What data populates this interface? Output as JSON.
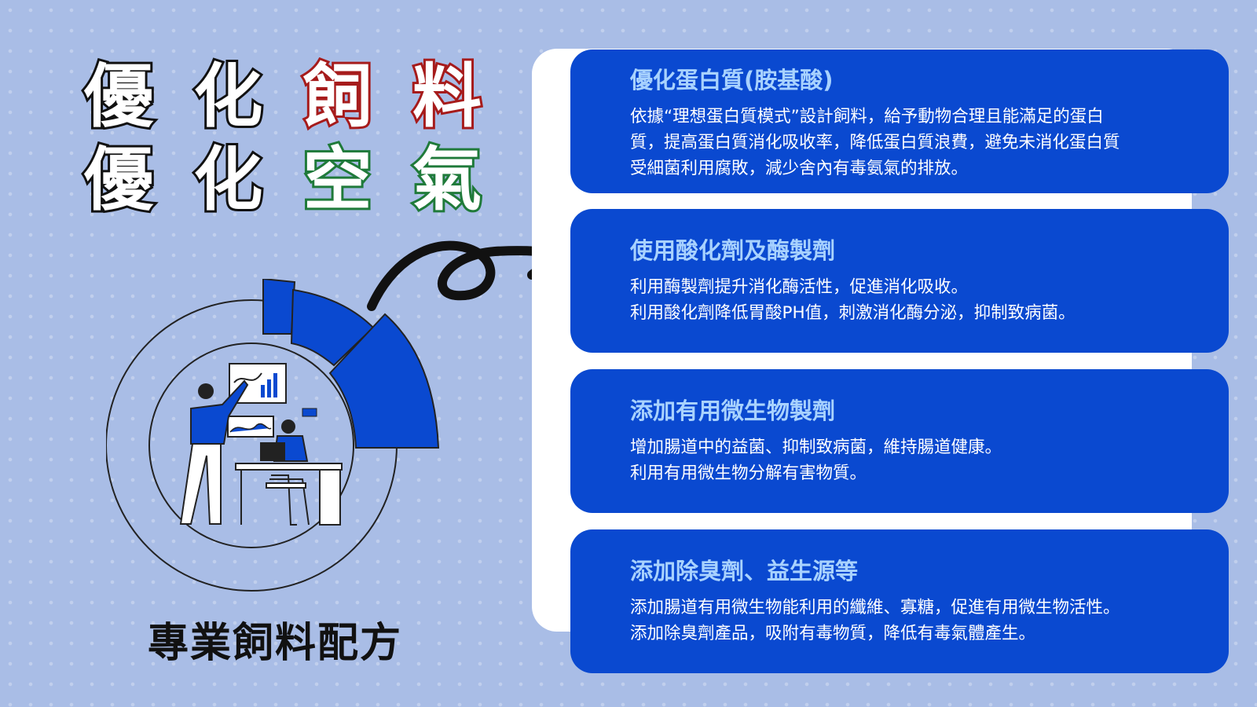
{
  "headline": {
    "row1": [
      {
        "char": "優",
        "tone": "black"
      },
      {
        "char": "化",
        "tone": "black"
      },
      {
        "char": "飼",
        "tone": "red"
      },
      {
        "char": "料",
        "tone": "red"
      }
    ],
    "row2": [
      {
        "char": "優",
        "tone": "black"
      },
      {
        "char": "化",
        "tone": "black"
      },
      {
        "char": "空",
        "tone": "green"
      },
      {
        "char": "氣",
        "tone": "green"
      }
    ]
  },
  "caption": "專業飼料配方",
  "cards": [
    {
      "title": "優化蛋白質(胺基酸)",
      "lines": [
        "依據“理想蛋白質模式”設計飼料，給予動物合理且能滿足的蛋白",
        "質，提高蛋白質消化吸收率，降低蛋白質浪費，避免未消化蛋白質",
        "受細菌利用腐敗，減少舍內有毒氨氣的排放。"
      ]
    },
    {
      "title": "使用酸化劑及酶製劑",
      "lines": [
        "利用酶製劑提升消化酶活性，促進消化吸收。",
        "利用酸化劑降低胃酸PH值，刺激消化酶分泌，抑制致病菌。"
      ]
    },
    {
      "title": "添加有用微生物製劑",
      "lines": [
        "增加腸道中的益菌、抑制致病菌，維持腸道健康。",
        "利用有用微生物分解有害物質。"
      ]
    },
    {
      "title": "添加除臭劑、益生源等",
      "lines": [
        "添加腸道有用微生物能利用的纖維、寡糖，促進有用微生物活性。",
        "添加除臭劑產品，吸附有毒物質，降低有毒氣體產生。"
      ]
    }
  ],
  "colors": {
    "background": "#a9bde6",
    "card": "#0a49d0",
    "card_title": "#a8d2ff",
    "headline_red": "#a61b1b",
    "headline_green": "#1f7a3a"
  }
}
